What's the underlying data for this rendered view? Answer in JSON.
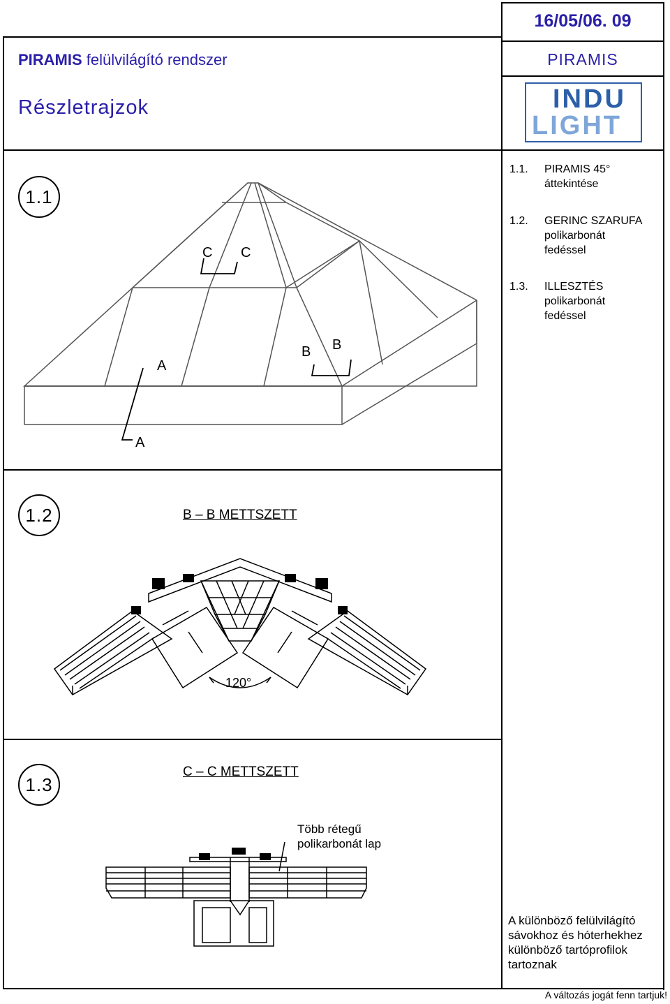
{
  "header": {
    "date": "16/05/06. 09",
    "title_brand": "PIRAMIS",
    "title_rest": " felülvilágító rendszer",
    "subtitle": "Részletrajzok",
    "brand_right": "PIRAMIS",
    "logo_line1": "INDU",
    "logo_line2": "LIGHT"
  },
  "toc": [
    {
      "num": "1.1.",
      "line1": "PIRAMIS 45°",
      "line2": "áttekintése",
      "line3": ""
    },
    {
      "num": "1.2.",
      "line1": "GERINC SZARUFA",
      "line2": "polikarbonát",
      "line3": "fedéssel"
    },
    {
      "num": "1.3.",
      "line1": "ILLESZTÉS",
      "line2": "polikarbonát",
      "line3": "fedéssel"
    }
  ],
  "sections": {
    "s1": {
      "badge": "1.1",
      "label_a": "A",
      "label_b": "B",
      "label_c": "C"
    },
    "s2": {
      "badge": "1.2",
      "title": "B – B METTSZETT",
      "angle": "120°"
    },
    "s3": {
      "badge": "1.3",
      "title": "C – C METTSZETT",
      "callout_line1": "Több rétegű",
      "callout_line2": "polikarbonát lap"
    }
  },
  "note": {
    "line1": "A különböző felülvilágító",
    "line2": "sávokhoz és hóterhekhez",
    "line3": "különböző tartóprofilok",
    "line4": "tartoznak"
  },
  "footer": {
    "text": "A változás jogát fenn tartjuk!"
  },
  "colors": {
    "title_blue": "#2a1fa8",
    "logo_blue": "#2d5fa8",
    "logo_light": "#7fa6d8"
  }
}
